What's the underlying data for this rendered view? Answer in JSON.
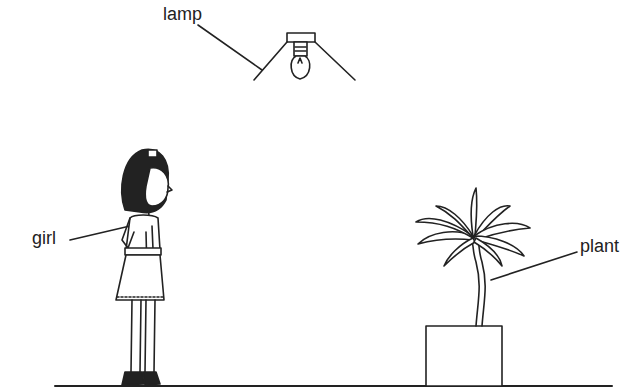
{
  "diagram": {
    "labels": [
      "lamp",
      "girl",
      "plant"
    ]
  }
}
